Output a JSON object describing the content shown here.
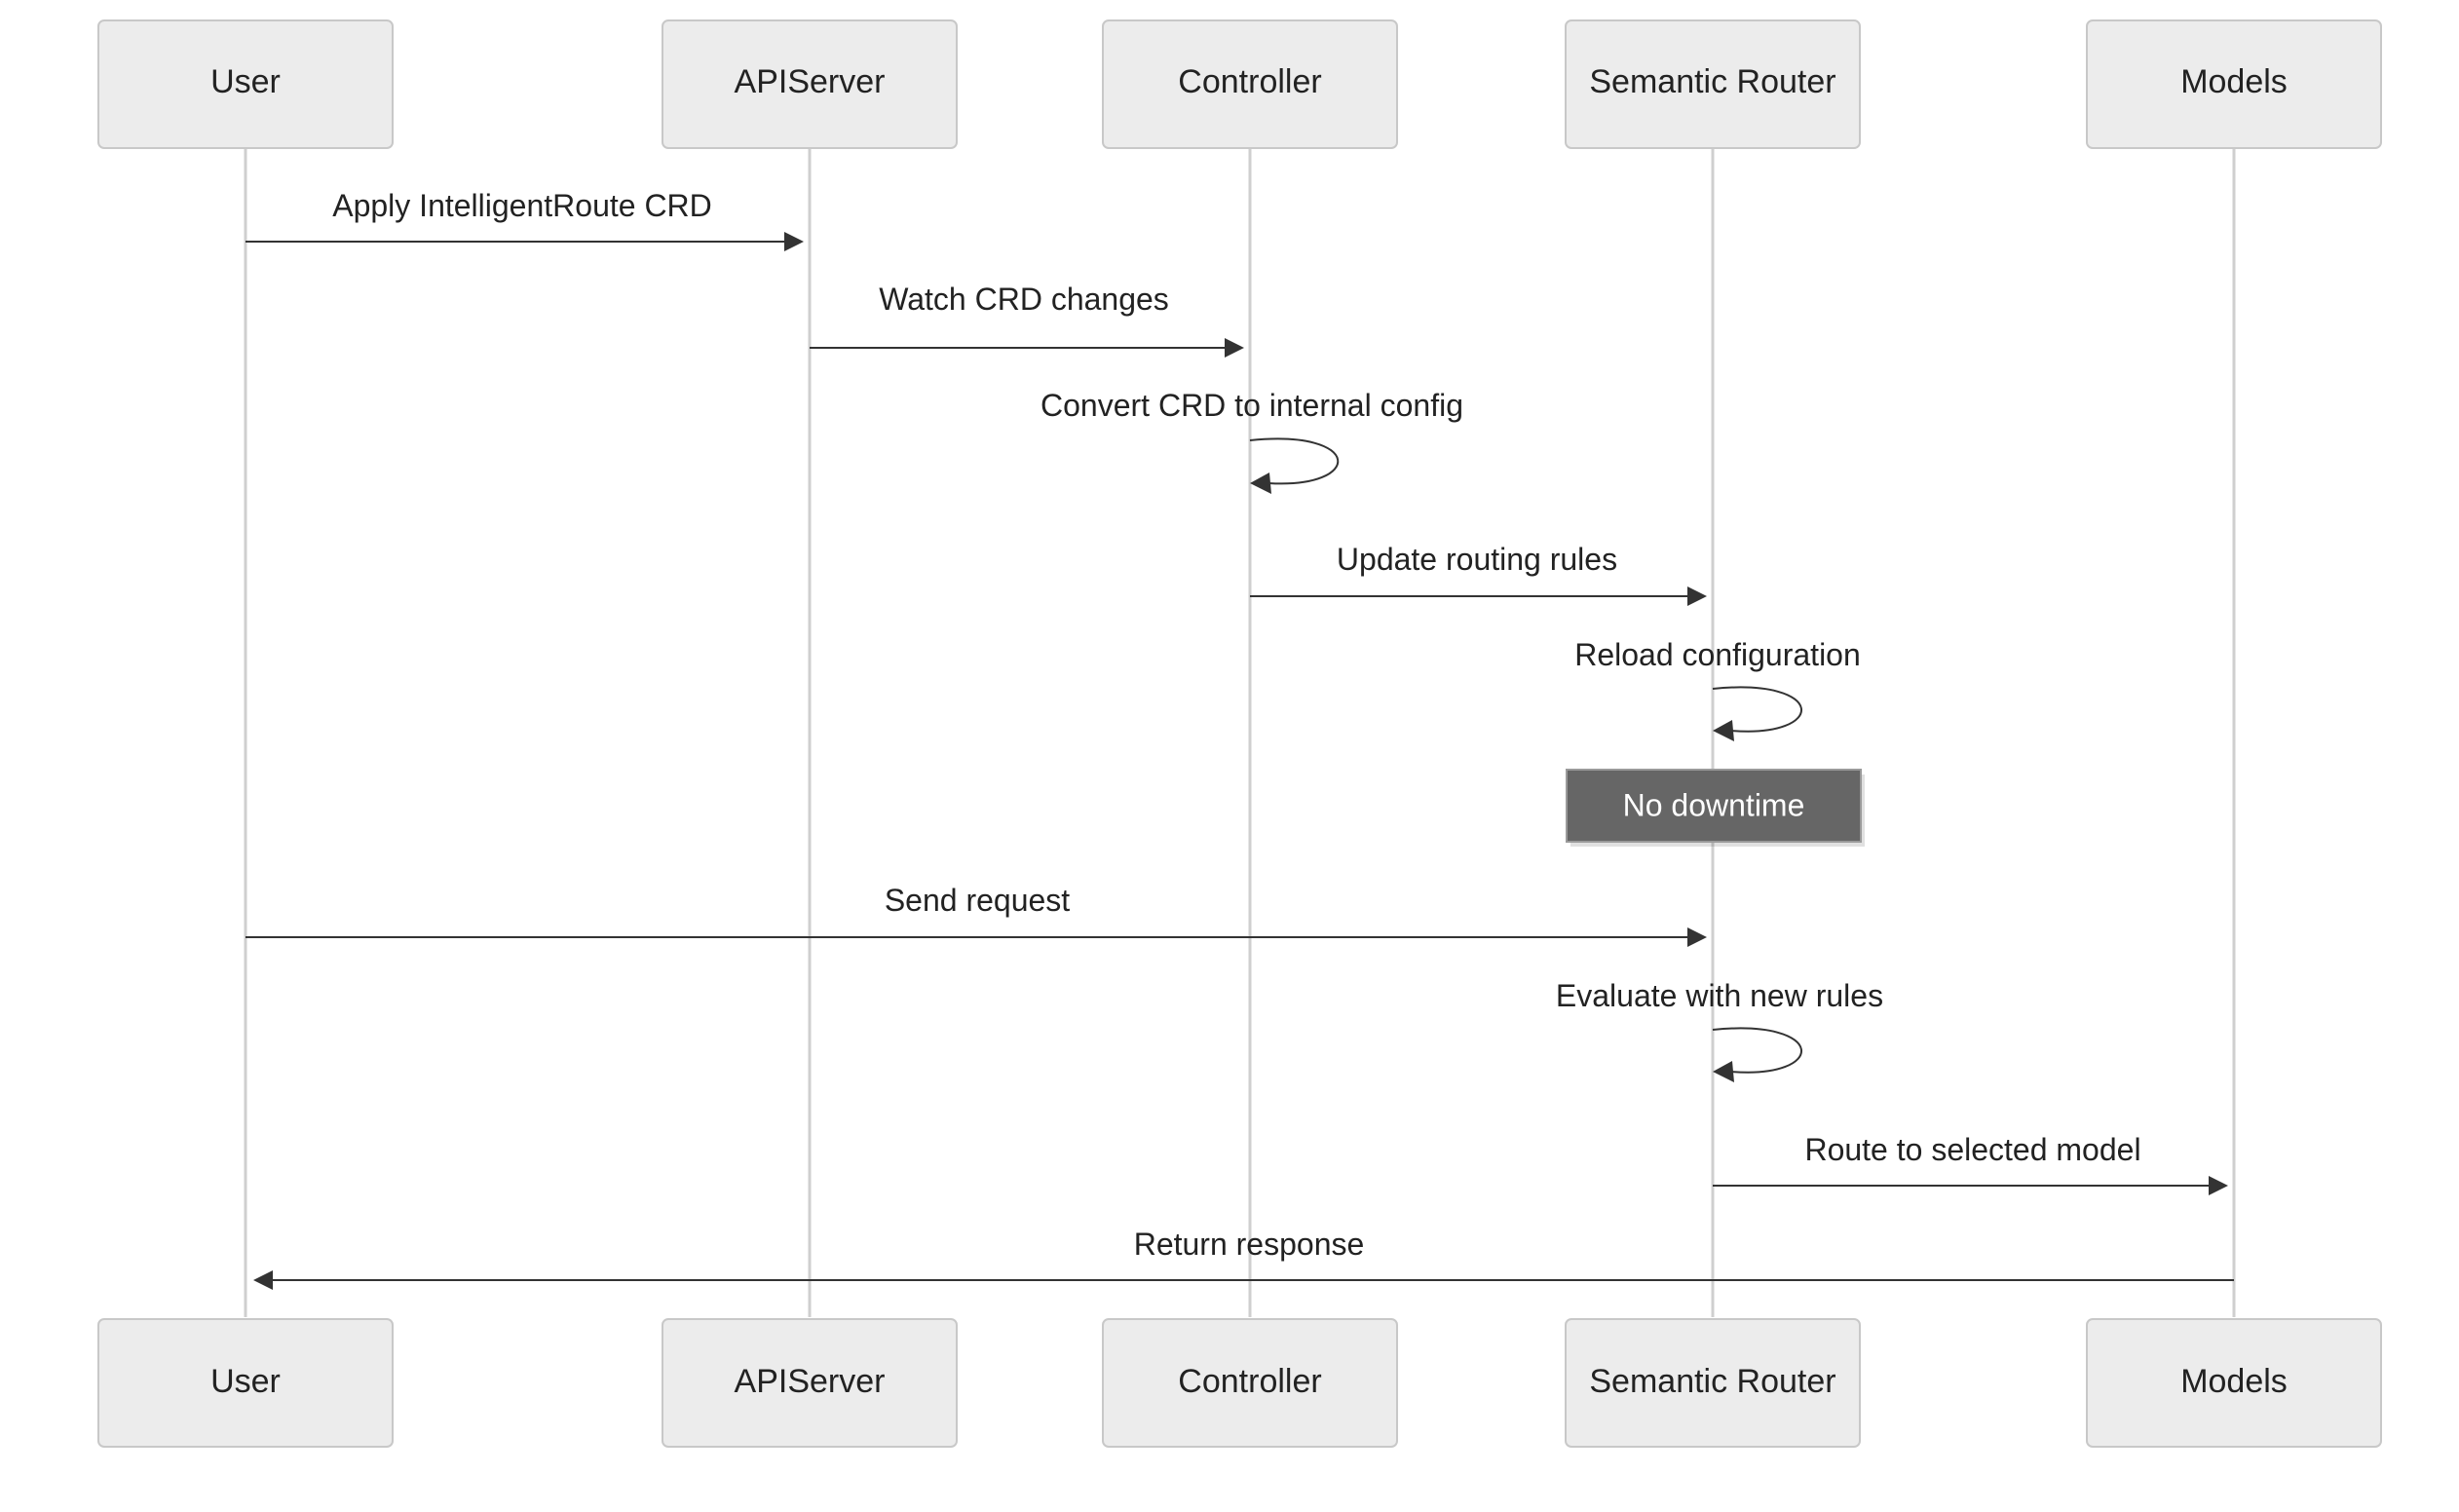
{
  "actors": [
    {
      "id": "user",
      "label": "User"
    },
    {
      "id": "apiserver",
      "label": "APIServer"
    },
    {
      "id": "controller",
      "label": "Controller"
    },
    {
      "id": "router",
      "label": "Semantic Router"
    },
    {
      "id": "models",
      "label": "Models"
    }
  ],
  "messages": [
    {
      "id": "m1",
      "from": "user",
      "to": "apiserver",
      "label": "Apply IntelligentRoute CRD"
    },
    {
      "id": "m2",
      "from": "apiserver",
      "to": "controller",
      "label": "Watch CRD changes"
    },
    {
      "id": "m3",
      "from": "controller",
      "to": "controller",
      "label": "Convert CRD to internal config"
    },
    {
      "id": "m4",
      "from": "controller",
      "to": "router",
      "label": "Update routing rules"
    },
    {
      "id": "m5",
      "from": "router",
      "to": "router",
      "label": "Reload configuration"
    },
    {
      "id": "m6",
      "from": "user",
      "to": "router",
      "label": "Send request"
    },
    {
      "id": "m7",
      "from": "router",
      "to": "router",
      "label": "Evaluate with new rules"
    },
    {
      "id": "m8",
      "from": "router",
      "to": "models",
      "label": "Route to selected model"
    },
    {
      "id": "m9",
      "from": "models",
      "to": "user",
      "label": "Return response"
    }
  ],
  "note": {
    "over": "router",
    "label": "No downtime"
  }
}
